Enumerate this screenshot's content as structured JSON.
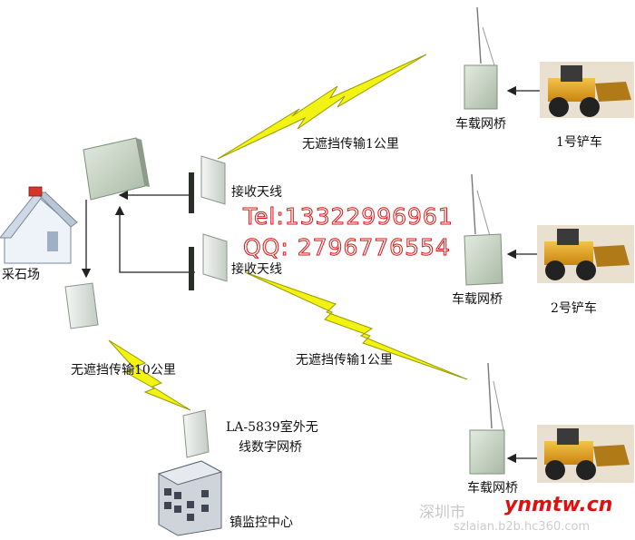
{
  "labels": {
    "quarry": "采石场",
    "wireless_1km_top": "无遮挡传输1公里",
    "recv_antenna_1": "接收天线",
    "recv_antenna_2": "接收天线",
    "wireless_1km_bottom": "无遮挡传输1公里",
    "wireless_10km": "无遮挡传输10公里",
    "device_model_line1": "LA-5839室外无",
    "device_model_line2": "线数字网桥",
    "town_center": "镇监控中心",
    "vehicle_bridge_1": "车载网桥",
    "vehicle_bridge_2": "车载网桥",
    "vehicle_bridge_3": "车载网桥",
    "loader_1": "1号铲车",
    "loader_2": "2号铲车"
  },
  "contact": {
    "tel": "Tel:13322996961",
    "qq": "QQ:  2796776554"
  },
  "watermark": {
    "site": "ynmtw.cn",
    "cn_text": "深圳市",
    "url_fragment": "szlaian.b2b.hc360.com"
  },
  "colors": {
    "lightning": "#f2f213",
    "lightning_outline": "#9a9a00",
    "connector": "#222222",
    "contact_outline": "#e01010",
    "watermark_site": "#e01010",
    "antenna_panel": "#c9d6c6",
    "loader_body": "#e2a21a",
    "house_wall": "#eef3fa",
    "house_roof": "#cfd9e6"
  },
  "icons": [
    "house-icon",
    "panel-antenna-icon",
    "patch-antenna-icon",
    "vehicle-bridge-icon",
    "wheel-loader-icon",
    "building-icon",
    "lightning-link-icon"
  ]
}
